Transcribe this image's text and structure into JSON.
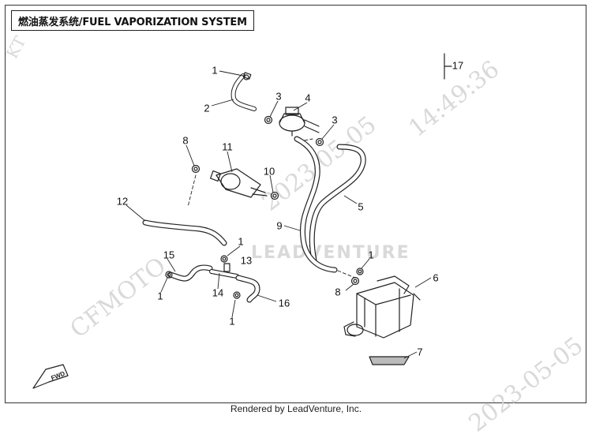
{
  "title": "燃油蒸发系统/FUEL VAPORIZATION SYSTEM",
  "footer": "Rendered by LeadVenture, Inc.",
  "watermark": {
    "brand": "CFMOTO",
    "dealer": "LEADVENTURE",
    "date": "2023-05-05",
    "time": "14:49:36",
    "corner": "KT"
  },
  "fwd_label": "FWD",
  "callouts": [
    "1",
    "2",
    "3",
    "4",
    "3",
    "8",
    "11",
    "10",
    "5",
    "12",
    "9",
    "1",
    "13",
    "15",
    "1",
    "14",
    "8",
    "6",
    "1",
    "16",
    "1",
    "7",
    "17"
  ],
  "colors": {
    "line": "#222222",
    "watermark": "#d9d9d9"
  }
}
